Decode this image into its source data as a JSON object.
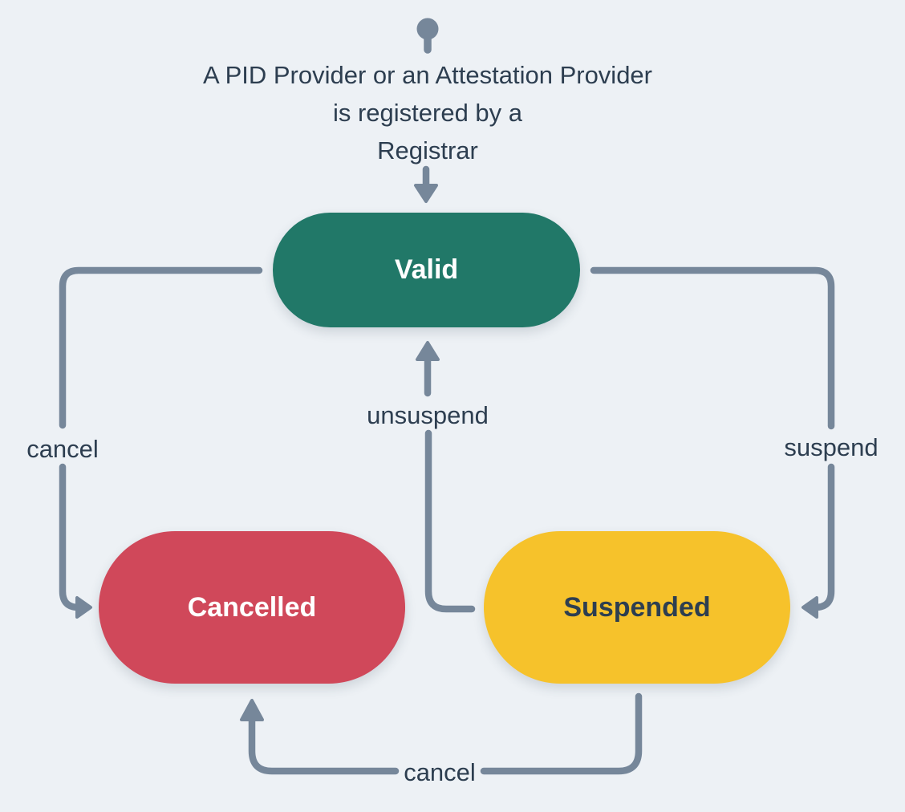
{
  "colors": {
    "background": "#EDF1F5",
    "connector": "#76879A",
    "text_dark": "#2D3E50",
    "state_valid_bg": "#217868",
    "state_valid_text": "#FFFFFF",
    "state_cancelled_bg": "#D0485A",
    "state_cancelled_text": "#FFFFFF",
    "state_suspended_bg": "#F6C22B",
    "state_suspended_text": "#2D3E50"
  },
  "diagram": {
    "type": "state-machine",
    "initial_note_lines": [
      "A PID Provider or an Attestation Provider",
      "is registered by a",
      "Registrar"
    ],
    "states": [
      {
        "id": "valid",
        "label": "Valid"
      },
      {
        "id": "cancelled",
        "label": "Cancelled"
      },
      {
        "id": "suspended",
        "label": "Suspended"
      }
    ],
    "transitions": [
      {
        "from": "valid",
        "to": "cancelled",
        "label": "cancel"
      },
      {
        "from": "valid",
        "to": "suspended",
        "label": "suspend"
      },
      {
        "from": "suspended",
        "to": "valid",
        "label": "unsuspend"
      },
      {
        "from": "suspended",
        "to": "cancelled",
        "label": "cancel"
      }
    ]
  }
}
